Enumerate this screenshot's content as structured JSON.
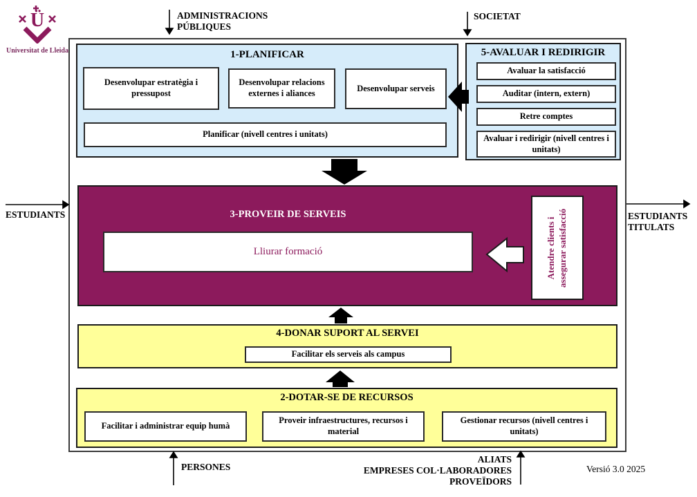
{
  "colors": {
    "maroon": "#8c1a5c",
    "light_blue": "#d6ecfa",
    "yellow": "#ffff99",
    "arrow_black": "#000000"
  },
  "logo": {
    "caption": "Universitat de Lleida"
  },
  "inputs_top": {
    "admin_line1": "ADMINISTRACIONS",
    "admin_line2": "PÚBLIQUES",
    "societat": "SOCIETAT"
  },
  "side_labels": {
    "left": "ESTUDIANTS",
    "right_line1": "ESTUDIANTS",
    "right_line2": "TITULATS"
  },
  "bottom": {
    "persones": "PERSONES",
    "aliats": [
      "ALIATS",
      "EMPRESES COL·LABORADORES",
      "PROVEÏDORS"
    ],
    "version": "Versió 3.0  2025"
  },
  "planificar": {
    "title": "1-PLANIFICAR",
    "items": [
      "Desenvolupar estratègia i pressupost",
      "Desenvolupar relacions externes i aliances",
      "Desenvolupar serveis"
    ],
    "wide_item": "Planificar (nivell centres i unitats)"
  },
  "avaluar": {
    "title": "5-AVALUAR I REDIRIGIR",
    "items": [
      "Avaluar la satisfacció",
      "Auditar (intern, extern)",
      "Retre comptes",
      "Avaluar i redirigir (nivell centres i unitats)"
    ]
  },
  "proveir": {
    "title": "3-PROVEIR DE SERVEIS",
    "main_item": "Lliurar formació",
    "side_item_line1": "Atendre clients i",
    "side_item_line2": "assegurar satisfacció"
  },
  "suport": {
    "title": "4-DONAR SUPORT AL SERVEI",
    "item": "Facilitar els serveis als campus"
  },
  "recursos": {
    "title": "2-DOTAR-SE DE RECURSOS",
    "items": [
      "Facilitar i administrar equip humà",
      "Proveir infraestructures, recursos i material",
      "Gestionar recursos (nivell centres i unitats)"
    ]
  }
}
